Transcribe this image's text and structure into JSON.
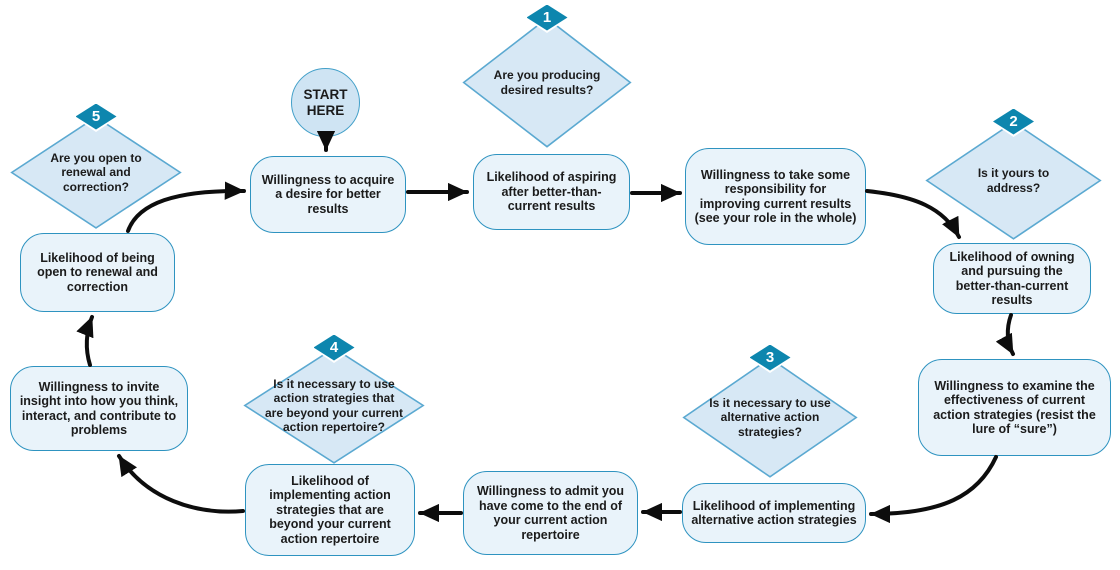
{
  "colors": {
    "node_fill": "#e9f3fa",
    "node_border": "#2e93c0",
    "diamond_fill": "#d7e8f5",
    "diamond_border": "#5ba9d1",
    "badge_fill": "#0d86ae",
    "arrow": "#0d0d0d",
    "text": "#1b1b1b"
  },
  "start": {
    "label": "START HERE"
  },
  "nodes": [
    {
      "id": "willingness-acquire",
      "label": "Willingness to acquire a desire for better results"
    },
    {
      "id": "likelihood-aspiring",
      "label": "Likelihood of aspiring after better-than-current results"
    },
    {
      "id": "willingness-responsibility",
      "label": "Willingness to take some responsibility for improving current results (see your role in the whole)"
    },
    {
      "id": "likelihood-owning",
      "label": "Likelihood of owning and pursuing the better-than-current results"
    },
    {
      "id": "willingness-examine",
      "label": "Willingness to examine the effectiveness of current action strategies (resist the lure of “sure”)"
    },
    {
      "id": "likelihood-alternative",
      "label": "Likelihood of implementing alternative action strategies"
    },
    {
      "id": "willingness-admit",
      "label": "Willingness to admit you have come to the end of your current action repertoire"
    },
    {
      "id": "likelihood-beyond",
      "label": "Likelihood of implementing action strategies that are beyond your current action repertoire"
    },
    {
      "id": "willingness-insight",
      "label": "Willingness to invite insight into how you think, interact, and contribute to problems"
    },
    {
      "id": "likelihood-renewal",
      "label": "Likelihood of being open to renewal and correction"
    }
  ],
  "decisions": [
    {
      "number": "1",
      "label": "Are you producing desired results?"
    },
    {
      "number": "2",
      "label": "Is it yours to address?"
    },
    {
      "number": "3",
      "label": "Is it necessary to use alternative action strategies?"
    },
    {
      "number": "4",
      "label": "Is it necessary to use action strategies that are beyond your current action repertoire?"
    },
    {
      "number": "5",
      "label": "Are you open to renewal and correction?"
    }
  ]
}
